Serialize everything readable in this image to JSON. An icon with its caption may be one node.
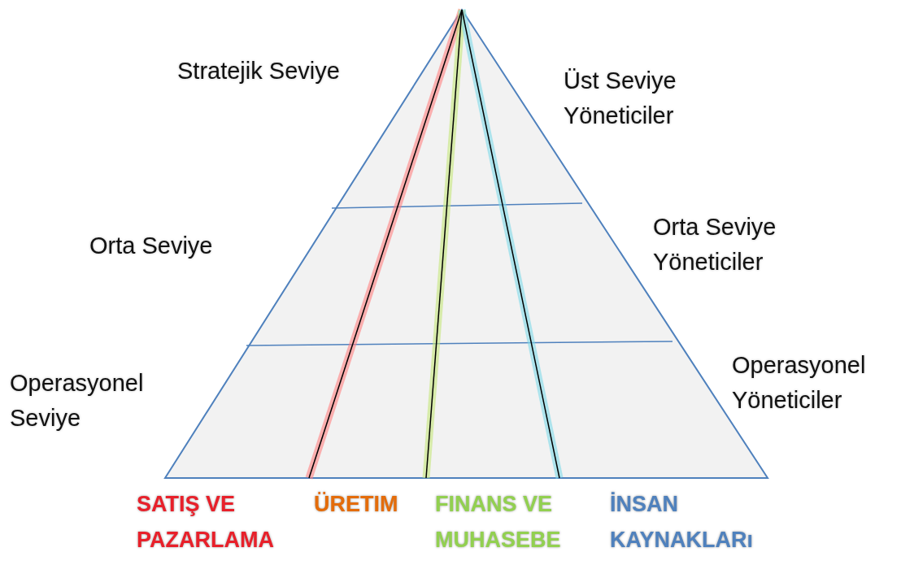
{
  "diagram": {
    "labels": [
      "Stratejik Seviye",
      "Üst Seviye Yöneticiler",
      "Orta Seviye",
      "Orta Seviye Yöneticiler",
      "Operasyonel Seviye",
      "Operasyonel Yöneticiler",
      "SATIŞ VE PAZARLAMA",
      "ÜRETIM",
      "FINANS VE MUHASEBE",
      "İNSAN KAYNAKLARı"
    ]
  }
}
